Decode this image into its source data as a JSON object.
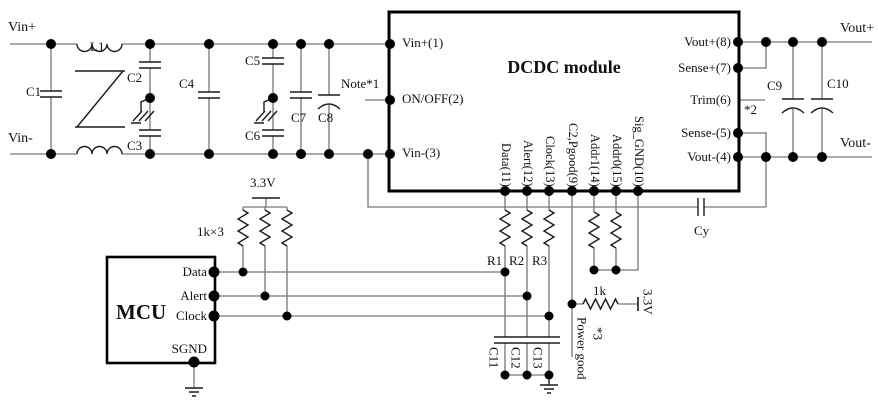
{
  "rails": {
    "vin_plus": "Vin+",
    "vin_minus": "Vin-",
    "vout_plus": "Vout+",
    "vout_minus": "Vout-"
  },
  "module": {
    "title": "DCDC module",
    "pin_vinp": "Vin+(1)",
    "pin_onoff": "ON/OFF(2)",
    "pin_vinm": "Vin-(3)",
    "pin_voutp": "Vout+(8)",
    "pin_sensep": "Sense+(7)",
    "pin_trim": "Trim(6)",
    "pin_sensem": "Sense-(5)",
    "pin_voutm": "Vout-(4)",
    "bottom_pins": [
      "Data(11)",
      "Alert(12)",
      "Clock(13)",
      "C2,Pgood(9)",
      "Addr1(14)",
      "Addr0(15)",
      "Sig_GND(10)"
    ]
  },
  "mcu": {
    "title": "MCU",
    "pin_data": "Data",
    "pin_alert": "Alert",
    "pin_clock": "Clock",
    "pin_sgnd": "SGND"
  },
  "components": {
    "c1": "C1",
    "l1": "L1",
    "c2": "C2",
    "c3": "C3",
    "c4": "C4",
    "c5": "C5",
    "c6": "C6",
    "c7": "C7",
    "c8": "C8",
    "c9": "C9",
    "c10": "C10",
    "c11": "C11",
    "c12": "C12",
    "c13": "C13",
    "cy": "Cy",
    "r1": "R1",
    "r2": "R2",
    "r3": "R3",
    "pullup_value": "1k×3",
    "pgood_resistor": "1k"
  },
  "annotations": {
    "note1": "Note*1",
    "note2": "*2",
    "note3": "*3",
    "power_good": "Power good",
    "rail_33v_top": "3.3V",
    "rail_33v_pgood": "3.3V"
  }
}
